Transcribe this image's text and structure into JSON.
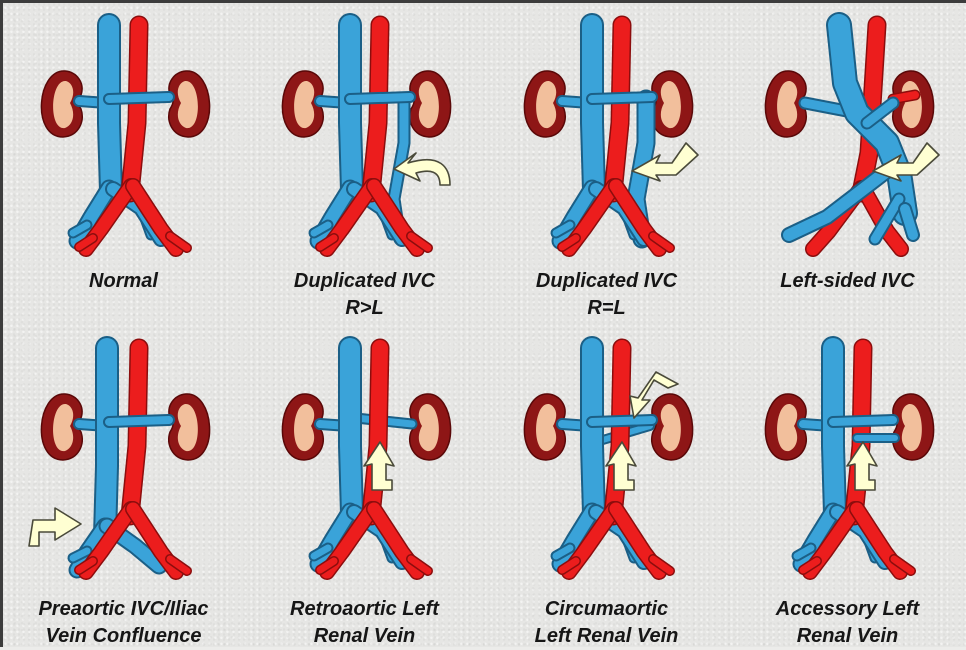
{
  "colors": {
    "vein": "#3aa3d9",
    "vein_outline": "#1b5f86",
    "artery": "#ec1d1d",
    "artery_outline": "#8c0d0d",
    "kidney": "#8e1616",
    "kidney_inner": "#f2bf9c",
    "arrow_fill": "#ffffd2",
    "background": "#e6e6e4",
    "caption_text": "#161616"
  },
  "panels": [
    {
      "id": "normal",
      "variant": "normal",
      "caption": [
        "Normal"
      ],
      "arrows": []
    },
    {
      "id": "dup-rl",
      "variant": "dup_rl",
      "caption": [
        "Duplicated IVC",
        "R>L"
      ],
      "arrows": [
        "u-left"
      ]
    },
    {
      "id": "dup-eq",
      "variant": "dup_eq",
      "caption": [
        "Duplicated IVC",
        "R=L"
      ],
      "arrows": [
        "l-left"
      ]
    },
    {
      "id": "left-ivc",
      "variant": "left_ivc",
      "caption": [
        "Left-sided IVC"
      ],
      "arrows": [
        "l-left"
      ]
    },
    {
      "id": "preaortic",
      "variant": "preaortic",
      "caption": [
        "Preaortic IVC/Iliac",
        "Vein Confluence"
      ],
      "arrows": [
        "l-right"
      ]
    },
    {
      "id": "retroaortic",
      "variant": "retro",
      "caption": [
        "Retroaortic Left",
        "Renal Vein"
      ],
      "arrows": [
        "l-up"
      ]
    },
    {
      "id": "circumaortic",
      "variant": "circum",
      "caption": [
        "Circumaortic",
        "Left Renal Vein"
      ],
      "arrows": [
        "l-down",
        "l-up"
      ]
    },
    {
      "id": "accessory",
      "variant": "accessory",
      "caption": [
        "Accessory Left",
        "Renal Vein"
      ],
      "arrows": [
        "l-up"
      ]
    }
  ]
}
